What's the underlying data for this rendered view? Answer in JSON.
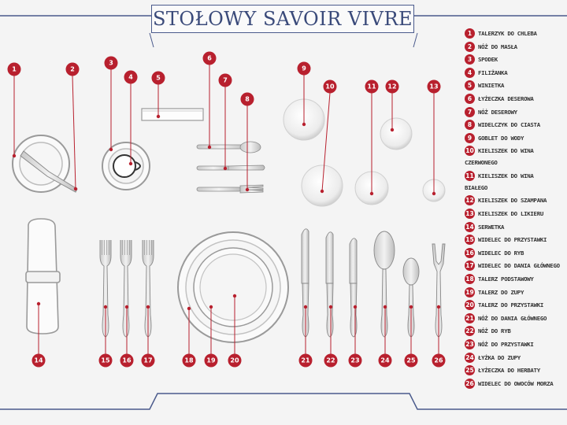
{
  "title": "STOŁOWY SAVOIR VIVRE",
  "colors": {
    "accent": "#b8202e",
    "frame": "#4a5a8c"
  },
  "legend": [
    {
      "n": "1",
      "label": "TALERZYK DO CHLEBA"
    },
    {
      "n": "2",
      "label": "NÓŻ DO MASŁA"
    },
    {
      "n": "3",
      "label": "SPODEK"
    },
    {
      "n": "4",
      "label": "FILIŻANKA"
    },
    {
      "n": "5",
      "label": "WINIETKA"
    },
    {
      "n": "6",
      "label": "ŁYŻECZKA DESEROWA"
    },
    {
      "n": "7",
      "label": "NÓŻ DESEROWY"
    },
    {
      "n": "8",
      "label": "WIDELCZYK DO CIASTA"
    },
    {
      "n": "9",
      "label": "GOBLET DO WODY"
    },
    {
      "n": "10",
      "label": "KIELISZEK DO WINA",
      "label2": "CZERWONEGO"
    },
    {
      "n": "11",
      "label": "KIELISZEK DO WINA",
      "label2": "BIAŁEGO"
    },
    {
      "n": "12",
      "label": "KIELISZEK DO SZAMPANA"
    },
    {
      "n": "13",
      "label": "KIELISZEK DO LIKIERU"
    },
    {
      "n": "14",
      "label": "SERWETKA"
    },
    {
      "n": "15",
      "label": "WIDELEC DO PRZYSTAWKI"
    },
    {
      "n": "16",
      "label": "WIDELEC DO RYB"
    },
    {
      "n": "17",
      "label": "WIDELEC DO DANIA GŁÓWNEGO"
    },
    {
      "n": "18",
      "label": "TALERZ PODSTAWOWY"
    },
    {
      "n": "19",
      "label": "TALERZ DO ZUPY"
    },
    {
      "n": "20",
      "label": "TALERZ DO PRZYSTAWKI"
    },
    {
      "n": "21",
      "label": "NÓŻ DO DANIA GŁÓWNEGO"
    },
    {
      "n": "22",
      "label": "NÓŻ DO RYB"
    },
    {
      "n": "23",
      "label": "NÓŻ DO PRZYSTAWKI"
    },
    {
      "n": "24",
      "label": "ŁYŻKA DO ZUPY"
    },
    {
      "n": "25",
      "label": "ŁYŻECZKA DO HERBATY"
    },
    {
      "n": "26",
      "label": "WIDELEC DO OWOCÓW MORZA"
    }
  ]
}
